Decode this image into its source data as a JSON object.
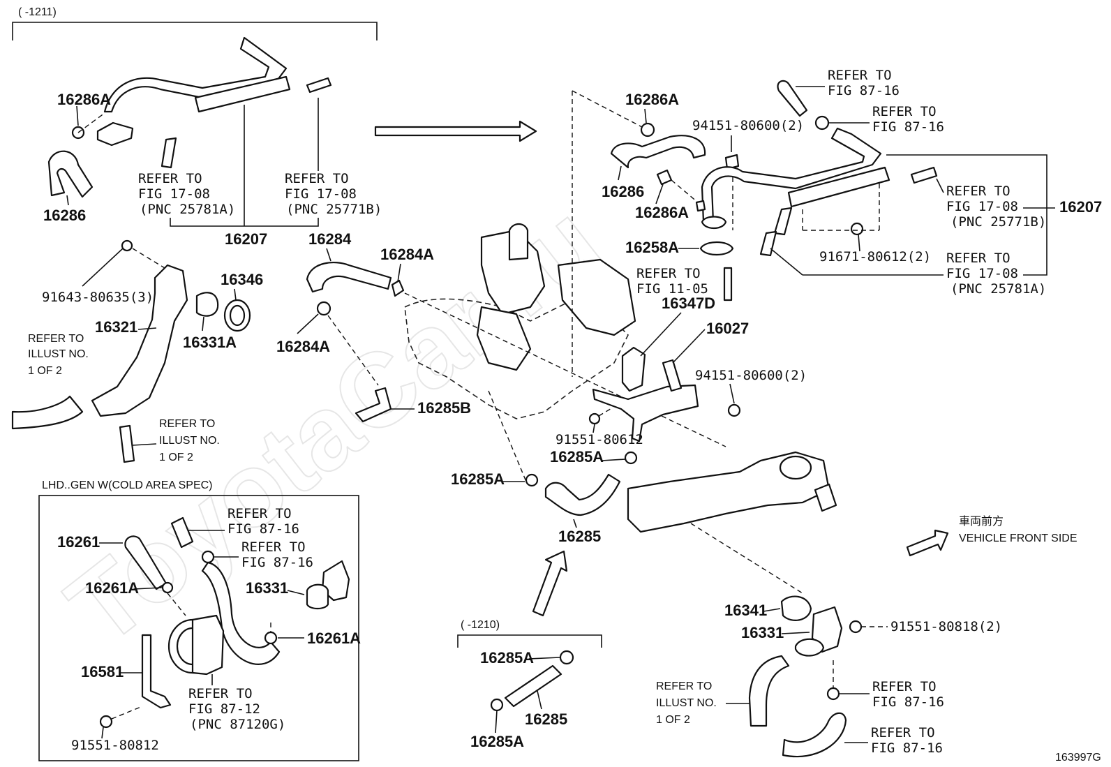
{
  "watermark": "ToyotaCar.ru",
  "diagram_id": "163997G",
  "arrow_note": {
    "ja": "車両前方",
    "en": "VEHICLE FRONT SIDE"
  },
  "period_top": "(    -1211)",
  "period_bottom": "(    -1210)",
  "lhd_title": "LHD..GEN W(COLD AREA SPEC)",
  "refs": {
    "r1708a_l1": "REFER TO",
    "r1708a_l2": "FIG 17-08",
    "r1708a_l3": "(PNC 25781A)",
    "r1708b_l1": "REFER TO",
    "r1708b_l2": "FIG 17-08",
    "r1708b_l3": "(PNC 25771B)",
    "illust_l1": "REFER TO",
    "illust_l2": "ILLUST NO.",
    "illust_l3": "1 OF 2",
    "illust2_l1": "REFER TO",
    "illust2_l2": "ILLUST NO.",
    "illust2_l3": "1 OF 2",
    "illust3_l1": "REFER TO",
    "illust3_l2": "ILLUST NO.",
    "illust3_l3": "1 OF 2",
    "r8716a_l1": "REFER TO",
    "r8716a_l2": "FIG 87-16",
    "r8716b_l1": "REFER TO",
    "r8716b_l2": "FIG 87-16",
    "r1708c_l1": "REFER TO",
    "r1708c_l2": "FIG 17-08",
    "r1708c_l3": "(PNC 25771B)",
    "r1708d_l1": "REFER TO",
    "r1708d_l2": "FIG 17-08",
    "r1708d_l3": "(PNC 25781A)",
    "r1105_l1": "REFER TO",
    "r1105_l2": "FIG 11-05",
    "r8716c_l1": "REFER TO",
    "r8716c_l2": "FIG 87-16",
    "r8716d_l1": "REFER TO",
    "r8716d_l2": "FIG 87-16",
    "r8712_l1": "REFER TO",
    "r8712_l2": "FIG 87-12",
    "r8712_l3": "(PNC 87120G)",
    "r8716e_l1": "REFER TO",
    "r8716e_l2": "FIG 87-16",
    "r8716f_l1": "REFER TO",
    "r8716f_l2": "FIG 87-16"
  },
  "parts": {
    "p16286A_a": "16286A",
    "p16286_a": "16286",
    "p16207_a": "16207",
    "p16284": "16284",
    "p16284A_a": "16284A",
    "p16284A_b": "16284A",
    "p91643": "91643-80635(3)",
    "p16346": "16346",
    "p16321": "16321",
    "p16331A": "16331A",
    "p16285B": "16285B",
    "p16286A_b": "16286A",
    "p16286_b": "16286",
    "p16286A_c": "16286A",
    "p94151_a": "94151-80600(2)",
    "p16207_b": "16207",
    "p91671": "91671-80612(2)",
    "p16258A": "16258A",
    "p16347D": "16347D",
    "p16027": "16027",
    "p94151_b": "94151-80600(2)",
    "p91551_80612": "91551-80612",
    "p16285A_a": "16285A",
    "p16285A_b": "16285A",
    "p16285_a": "16285",
    "p16261": "16261",
    "p16261A_a": "16261A",
    "p16331_a": "16331",
    "p16261A_b": "16261A",
    "p16581": "16581",
    "p91551_80812": "91551-80812",
    "p16285A_c": "16285A",
    "p16285_b": "16285",
    "p16285A_d": "16285A",
    "p16341": "16341",
    "p16331_b": "16331",
    "p91551_80818": "91551-80818(2)"
  }
}
